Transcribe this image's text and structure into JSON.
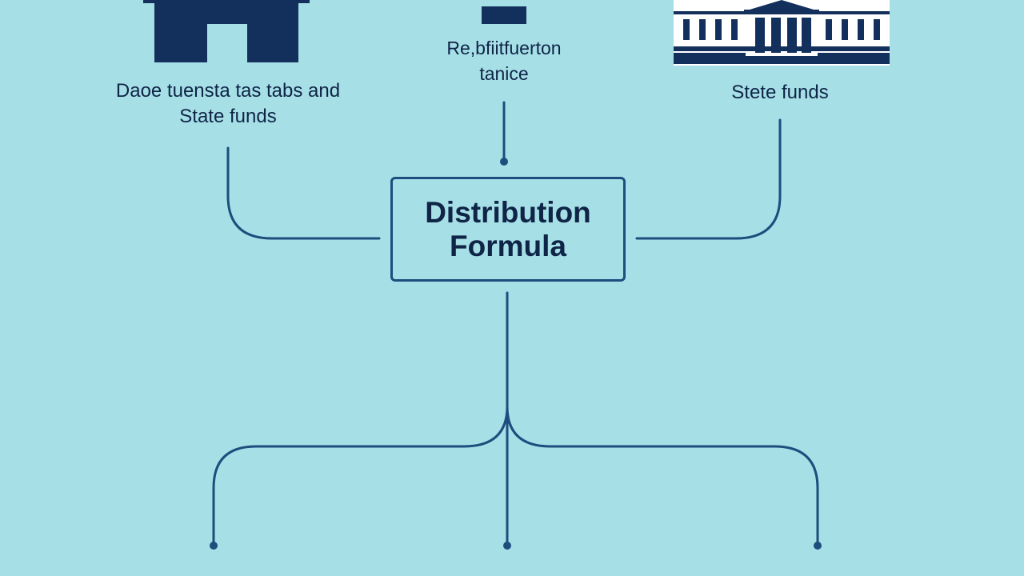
{
  "nodes": {
    "left_label": "Daoe tuensta tas tabs and\nState funds",
    "middle_label": "Re,bfiitfuerton\ntanice",
    "right_label": "Stete funds",
    "center_label": "Distribution\nFormula"
  },
  "icons": {
    "left": "house-icon",
    "middle": "bar-icon",
    "right": "government-building-icon"
  },
  "colors": {
    "background": "#a6e0e6",
    "ink": "#0f2447",
    "line": "#1e4d7e"
  }
}
